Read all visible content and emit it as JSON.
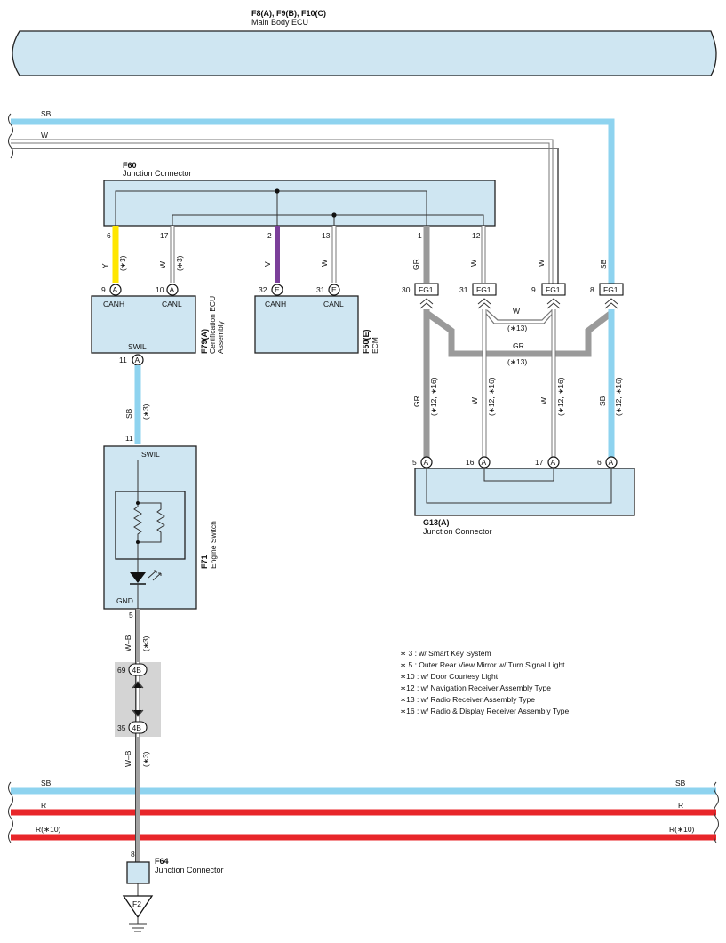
{
  "colors": {
    "sb": "#8ed3ef",
    "r": "#e8262a",
    "y": "#ffe600",
    "v": "#7b3f9a",
    "gr": "#9a9a9a",
    "w": "#ffffff",
    "box_fill": "#cfe6f2"
  },
  "main_ecu": {
    "ids": "F8(A), F9(B), F10(C)",
    "name": "Main Body ECU"
  },
  "f60": {
    "id": "F60",
    "name": "Junction Connector",
    "pins": [
      "6",
      "17",
      "2",
      "13",
      "1",
      "12"
    ]
  },
  "f79": {
    "id": "F79(A)",
    "name1": "Certification ECU",
    "name2": "Assembly",
    "pin_canh": "9",
    "pin_canl": "10",
    "pin_swil": "11",
    "conn": "A",
    "canh": "CANH",
    "canl": "CANL",
    "swil": "SWIL"
  },
  "f50": {
    "id": "F50(E)",
    "name": "ECM",
    "pin_canh": "32",
    "pin_canl": "31",
    "conn": "E",
    "canh": "CANH",
    "canl": "CANL"
  },
  "f71": {
    "id": "F71",
    "name": "Engine Switch",
    "swil": "SWIL",
    "gnd": "GND",
    "pin_top": "11",
    "pin_bottom": "5"
  },
  "fg1": {
    "tag": "FG1",
    "pins": [
      "30",
      "31",
      "9",
      "8"
    ]
  },
  "g13": {
    "id": "G13(A)",
    "name": "Junction Connector",
    "conn": "A",
    "pins": [
      "5",
      "16",
      "17",
      "6"
    ]
  },
  "inline_4b": {
    "tag": "4B",
    "pin_top": "69",
    "pin_bottom": "35"
  },
  "f64": {
    "id": "F64",
    "name": "Junction Connector",
    "pin": "8"
  },
  "ground": {
    "label": "F2"
  },
  "wires": {
    "sb": "SB",
    "w": "W",
    "r": "R",
    "r10": "R(∗10)",
    "y": "Y",
    "v": "V",
    "gr": "GR",
    "wb": "W–B"
  },
  "conditions": {
    "c3": "(∗3)",
    "c13": "(∗13)",
    "c12_16": "(∗12, ∗16)"
  },
  "legend": [
    "∗ 3 : w/ Smart Key System",
    "∗ 5 : Outer Rear View Mirror w/ Turn Signal Light",
    "∗10 : w/ Door Courtesy Light",
    "∗12 : w/ Navigation Receiver Assembly Type",
    "∗13 : w/ Radio Receiver Assembly Type",
    "∗16 : w/ Radio & Display Receiver Assembly Type"
  ]
}
